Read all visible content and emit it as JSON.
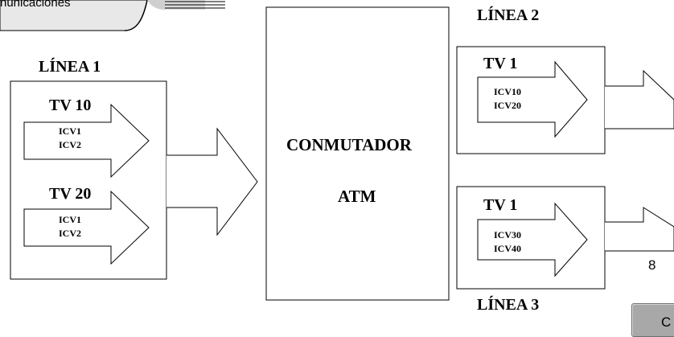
{
  "header": {
    "text": "nunicaciones"
  },
  "page_number": "8",
  "corner_button": {
    "text": "C"
  },
  "diagram": {
    "line1": {
      "label": "LÍNEA 1",
      "paths": [
        {
          "tv": "TV 10",
          "icv": [
            "ICV1",
            "ICV2"
          ]
        },
        {
          "tv": "TV 20",
          "icv": [
            "ICV1",
            "ICV2"
          ]
        }
      ]
    },
    "switch": {
      "line1": "CONMUTADOR",
      "line2": "ATM"
    },
    "line2": {
      "label": "LÍNEA 2",
      "path": {
        "tv": "TV 1",
        "icv": [
          "ICV10",
          "ICV20"
        ]
      }
    },
    "line3": {
      "label": "LÍNEA 3",
      "path": {
        "tv": "TV 1",
        "icv": [
          "ICV30",
          "ICV40"
        ]
      }
    }
  }
}
